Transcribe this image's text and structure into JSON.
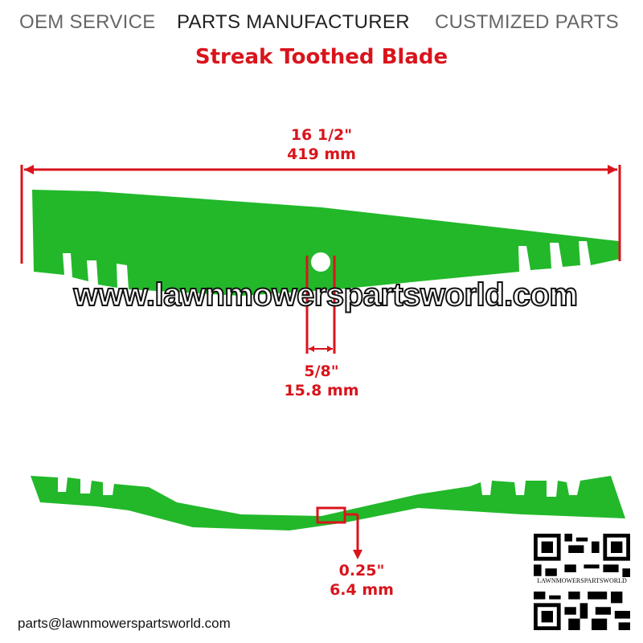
{
  "header": {
    "items": [
      "OEM SERVICE",
      "PARTS MANUFACTURER",
      "CUSTMIZED PARTS"
    ]
  },
  "title": "Streak Toothed Blade",
  "dimensions": {
    "length": {
      "inch": "16 1/2\"",
      "mm": "419 mm"
    },
    "hole": {
      "inch": "5/8\"",
      "mm": "15.8 mm"
    },
    "thickness": {
      "inch": "0.25\"",
      "mm": "6.4 mm"
    }
  },
  "watermark": "www.lawnmowerspartsworld.com",
  "qr_label": "LAWNMOWERSPARTSWORLD",
  "email": "parts@lawnmowerspartsworld.com",
  "colors": {
    "blade": "#22b82a",
    "accent": "#d9141c"
  }
}
